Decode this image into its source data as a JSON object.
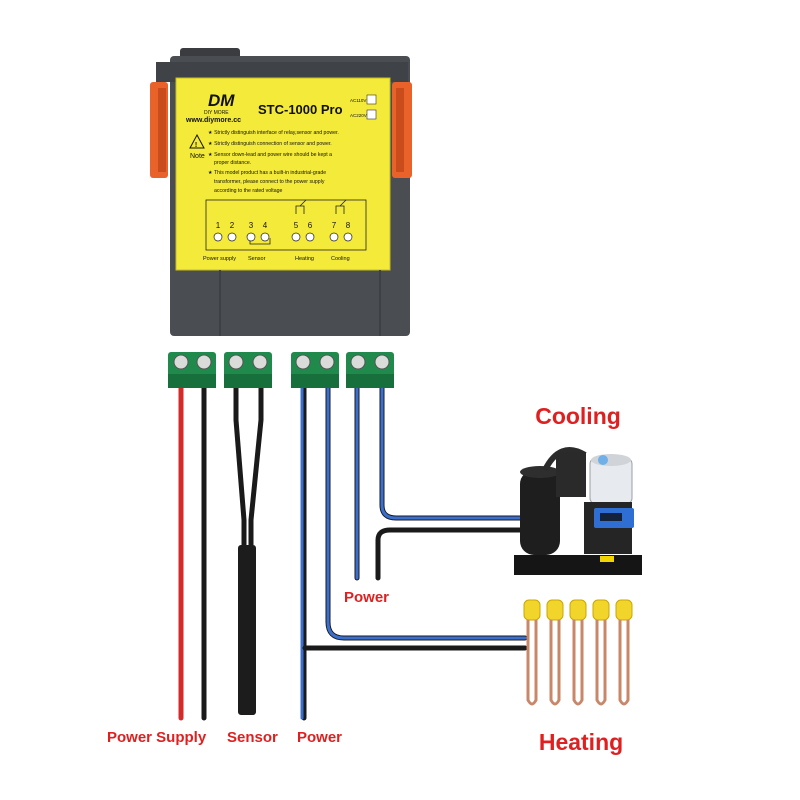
{
  "device": {
    "brand_line1": "DM",
    "brand_line2": "DIY MORE",
    "website": "www.diymore.cc",
    "model": "STC-1000 Pro",
    "voltage_options": [
      "AC110V",
      "AC220V"
    ],
    "note_label": "Note",
    "notes": [
      "Strictly distinguish interface of relay,sensor and power.",
      "Strictly distinguish connection of sensor and power.",
      "Sensor down-lead and power wire should be kept a",
      "proper distance.",
      "This model product has a built-in industrial-grade",
      "transformer, please connect to the power supply",
      "according to the rated voltage"
    ],
    "terminals": [
      "1",
      "2",
      "3",
      "4",
      "5",
      "6",
      "7",
      "8"
    ],
    "terminal_groups": [
      "Power supply",
      "Sensor",
      "Heating",
      "Cooling"
    ]
  },
  "labels": {
    "cooling": "Cooling",
    "heating": "Heating",
    "power_supply": "Power Supply",
    "sensor": "Sensor",
    "power_bottom": "Power",
    "power_mid": "Power"
  },
  "colors": {
    "panel_yellow": "#f4ea3a",
    "housing": "#4a4d52",
    "clip_orange": "#e8622a",
    "terminal_green": "#1f8a4c",
    "wire_red": "#d42a2a",
    "wire_black": "#1a1a1a",
    "wire_blue": "#3a6fd0",
    "label_red": "#e02020"
  }
}
